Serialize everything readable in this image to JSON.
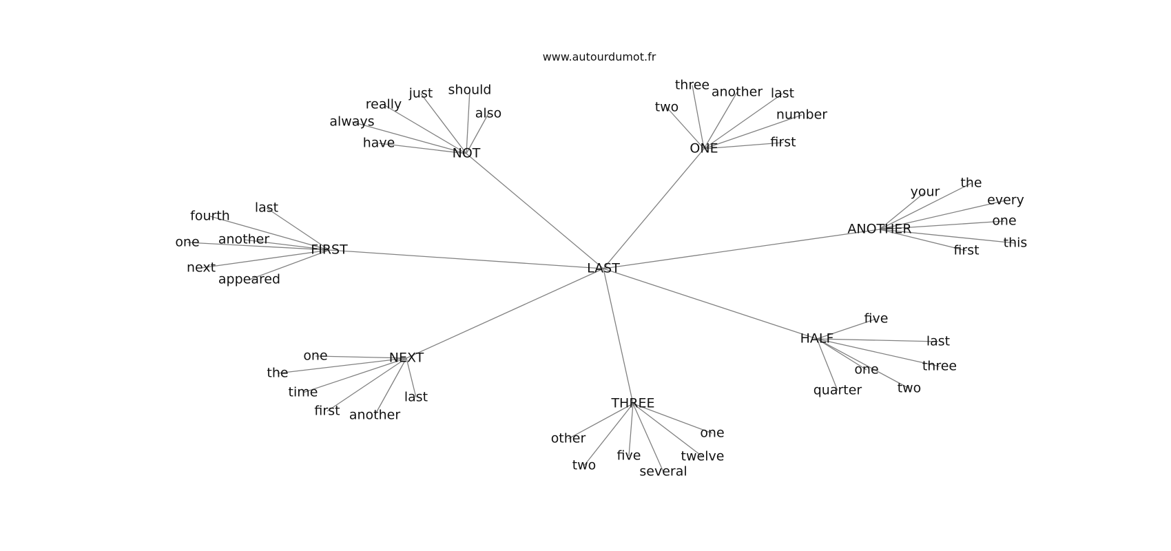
{
  "site": "www.autourdumot.fr",
  "colors": {
    "edge": "#808080",
    "text": "#111111",
    "background": "#ffffff"
  },
  "graph": {
    "center": "LAST",
    "groups": [
      {
        "hub": "NOT",
        "words": [
          "have",
          "always",
          "really",
          "just",
          "should",
          "also"
        ]
      },
      {
        "hub": "ONE",
        "words": [
          "two",
          "three",
          "another",
          "last",
          "number",
          "first"
        ]
      },
      {
        "hub": "FIRST",
        "words": [
          "last",
          "fourth",
          "another",
          "one",
          "next",
          "appeared"
        ]
      },
      {
        "hub": "ANOTHER",
        "words": [
          "your",
          "the",
          "every",
          "one",
          "this",
          "first"
        ]
      },
      {
        "hub": "NEXT",
        "words": [
          "one",
          "the",
          "time",
          "first",
          "another",
          "last"
        ]
      },
      {
        "hub": "THREE",
        "words": [
          "other",
          "two",
          "five",
          "several",
          "twelve",
          "one"
        ]
      },
      {
        "hub": "HALF",
        "words": [
          "five",
          "last",
          "three",
          "two",
          "one",
          "quarter"
        ]
      }
    ]
  }
}
